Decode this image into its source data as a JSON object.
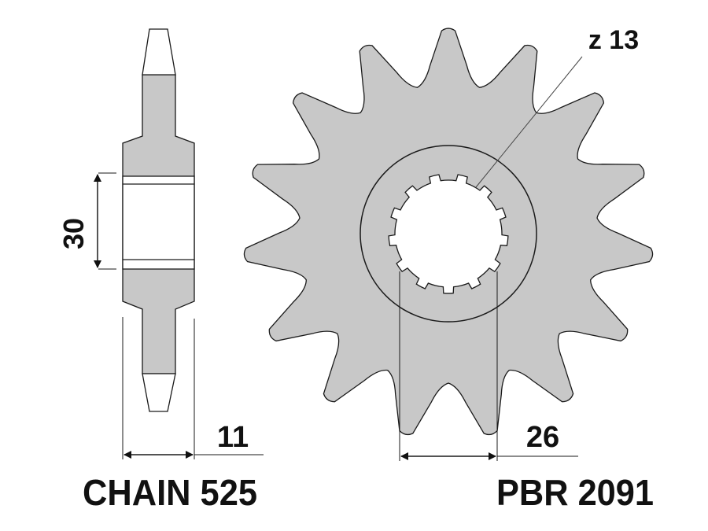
{
  "labels": {
    "teeth_count": "z 13",
    "hub_height": "30",
    "hub_width": "11",
    "spline_width": "26",
    "chain": "CHAIN 525",
    "part_number": "PBR 2091"
  },
  "drawing": {
    "sprocket_teeth": 15,
    "spline_teeth": 13,
    "fill_color": "#c8c8c8",
    "line_color": "#1a1a1a"
  }
}
